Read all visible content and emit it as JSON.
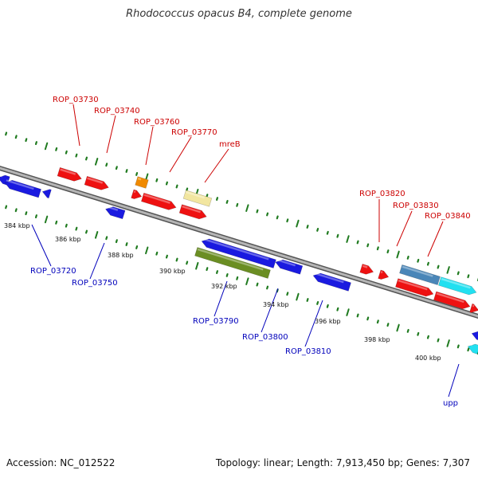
{
  "title": "Rhodococcus opacus B4, complete genome",
  "footer": {
    "accession": "Accession: NC_012522",
    "summary": "Topology: linear; Length: 7,913,450 bp; Genes: 7,307"
  },
  "colors": {
    "backbone": "#8a8a8a",
    "tick": "#1f7a1f",
    "forward_label": "#cc0000",
    "reverse_label": "#0000bb",
    "red": "#ee1111",
    "blue": "#1a1ae0",
    "orange": "#f08a00",
    "pale_yellow": "#f2e6a0",
    "olive": "#6b8e23",
    "steel_blue": "#4a86b8",
    "cyan": "#22e0f0"
  },
  "scale_labels": [
    "384 kbp",
    "386 kbp",
    "388 kbp",
    "390 kbp",
    "392 kbp",
    "394 kbp",
    "396 kbp",
    "398 kbp",
    "400 kbp"
  ],
  "gene_labels_forward": [
    "ROP_03730",
    "ROP_03740",
    "ROP_03760",
    "ROP_03770",
    "mreB",
    "ROP_03820",
    "ROP_03830",
    "ROP_03840"
  ],
  "gene_labels_reverse": [
    "ROP_03720",
    "ROP_03750",
    "ROP_03790",
    "ROP_03800",
    "ROP_03810",
    "upp"
  ]
}
